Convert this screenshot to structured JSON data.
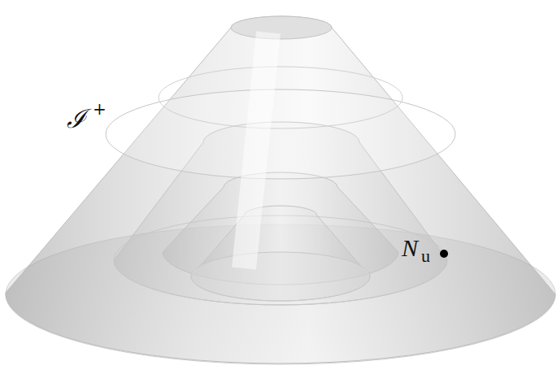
{
  "diagram": {
    "labels": [
      "ℐ",
      "+",
      "N",
      "u"
    ]
  }
}
